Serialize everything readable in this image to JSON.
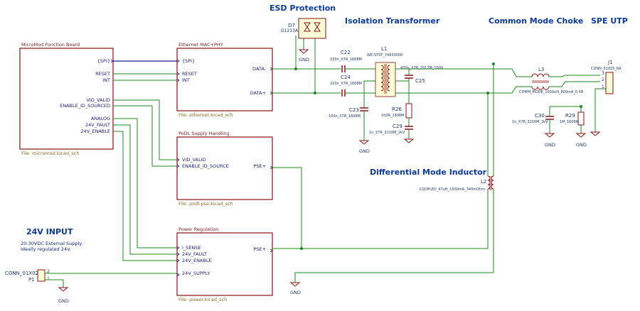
{
  "titles": {
    "esd": "ESD Protection",
    "isolation": "Isolation Transformer",
    "choke": "Common Mode Choke",
    "spe": "SPE UTP",
    "diff": "Differential Mode Inductor",
    "input": "24V INPUT"
  },
  "sheets": {
    "micromod": {
      "name": "MicroMod Function Board",
      "file": "File: micromod.kicad_sch",
      "pins": [
        "{SPI}",
        "RESET",
        "INT",
        "VID_VALID",
        "ENABLE_ID_SOURCED",
        "ANALOG",
        "24V_FAULT",
        "24V_ENABLE"
      ]
    },
    "ethernet": {
      "name": "Ethernet MAC+PHY",
      "file": "File: ethernet.kicad_sch",
      "pins_left": [
        "{SPI}",
        "RESET",
        "INT"
      ],
      "pins_right": [
        "DATA-",
        "DATA+"
      ]
    },
    "podl": {
      "name": "PoDL Supply Handling",
      "file": "File: podl-pse.kicad_sch",
      "pins_left": [
        "VID_VALID",
        "ENABLE_ID_SOURCE"
      ],
      "pins_right": [
        "PSE+"
      ]
    },
    "power": {
      "name": "Power Regulation",
      "file": "File: power.kicad_sch",
      "pins_left": [
        "I_SENSE",
        "24V_FAULT",
        "24V_ENABLE",
        "24V_SUPPLY"
      ],
      "pins_right": [
        "PSE+"
      ]
    }
  },
  "components": {
    "d7": {
      "ref": "D7",
      "value": "D1213A"
    },
    "c22": {
      "ref": "C22",
      "value": "220n_X7R_1608M"
    },
    "c24": {
      "ref": "C24",
      "value": "220n_X7R_1608M"
    },
    "c23": {
      "ref": "C23",
      "value": "100n_X7R_1608M"
    },
    "l1": {
      "ref": "L1",
      "value": "WE-STST_74930000"
    },
    "c25": {
      "ref": "C25",
      "value": "470n_X7R_2012M_100V"
    },
    "r26": {
      "ref": "R26",
      "value": "100R_1608M"
    },
    "c29": {
      "ref": "C29",
      "value": "1n_X7R_3216M_2kV"
    },
    "l3": {
      "ref": "L3",
      "value": "COMM_MODE_1000uH_800mA_0.5R"
    },
    "c30": {
      "ref": "C30",
      "value": "1n_X7R_3216M_2kV"
    },
    "r29": {
      "ref": "R29",
      "value": "1M_1608M"
    },
    "j1": {
      "ref": "J1",
      "value": "CONN_01X05_RA",
      "pins": [
        "3",
        "2",
        "1"
      ]
    },
    "l2": {
      "ref": "L2",
      "value": "COUPLED_47uH_1500mA_340mOhm"
    },
    "p1": {
      "ref": "P1",
      "value": "CONN_01X02",
      "pins": [
        "2",
        "1"
      ]
    }
  },
  "gnd_label": "GND",
  "input_note": [
    "20-30VDC External Supply.",
    "Ideally regulated 24V."
  ]
}
